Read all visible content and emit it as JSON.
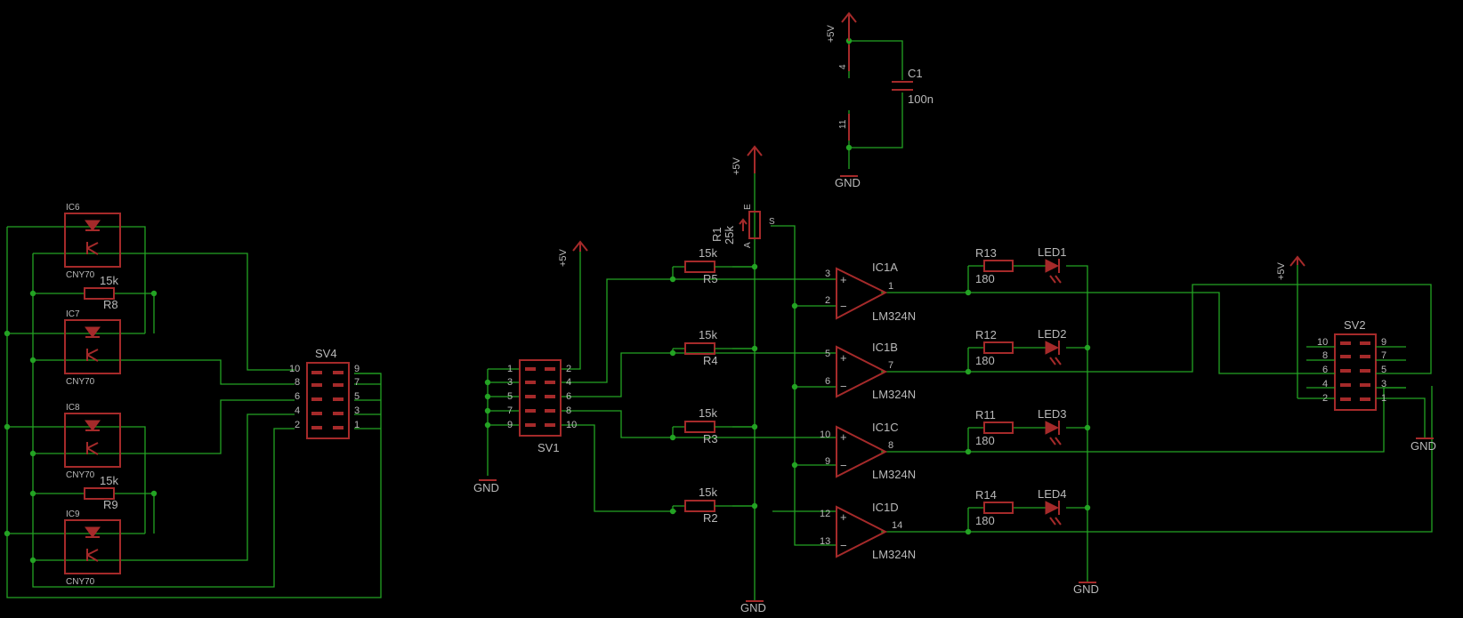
{
  "power": {
    "vcc": "+5V",
    "gnd": "GND"
  },
  "decoupling": {
    "name": "C1",
    "value": "100n",
    "pin_top": "4",
    "pin_bottom": "11"
  },
  "pot": {
    "name": "R1",
    "value": "25k",
    "pin_e": "E",
    "pin_a": "A",
    "pin_s": "S"
  },
  "opamps": [
    {
      "name": "IC1A",
      "part": "LM324N",
      "pin_plus": "3",
      "pin_minus": "2",
      "pin_out": "1"
    },
    {
      "name": "IC1B",
      "part": "LM324N",
      "pin_plus": "5",
      "pin_minus": "6",
      "pin_out": "7"
    },
    {
      "name": "IC1C",
      "part": "LM324N",
      "pin_plus": "10",
      "pin_minus": "9",
      "pin_out": "8"
    },
    {
      "name": "IC1D",
      "part": "LM324N",
      "pin_plus": "12",
      "pin_minus": "13",
      "pin_out": "14"
    }
  ],
  "input_resistors": [
    {
      "name": "R5",
      "value": "15k"
    },
    {
      "name": "R4",
      "value": "15k"
    },
    {
      "name": "R3",
      "value": "15k"
    },
    {
      "name": "R2",
      "value": "15k"
    }
  ],
  "led_resistors": [
    {
      "name": "R13",
      "value": "180"
    },
    {
      "name": "R12",
      "value": "180"
    },
    {
      "name": "R11",
      "value": "180"
    },
    {
      "name": "R14",
      "value": "180"
    }
  ],
  "leds": [
    "LED1",
    "LED2",
    "LED3",
    "LED4"
  ],
  "sensors": [
    {
      "name": "IC6",
      "part": "CNY70"
    },
    {
      "name": "IC7",
      "part": "CNY70"
    },
    {
      "name": "IC8",
      "part": "CNY70"
    },
    {
      "name": "IC9",
      "part": "CNY70"
    }
  ],
  "sensor_resistors": [
    {
      "name": "R8",
      "value": "15k"
    },
    {
      "name": "R9",
      "value": "15k"
    }
  ],
  "headers": {
    "sv4": {
      "name": "SV4",
      "left": [
        "10",
        "8",
        "6",
        "4",
        "2"
      ],
      "right": [
        "9",
        "7",
        "5",
        "3",
        "1"
      ]
    },
    "sv1": {
      "name": "SV1",
      "left": [
        "1",
        "3",
        "5",
        "7",
        "9"
      ],
      "right": [
        "2",
        "4",
        "6",
        "8",
        "10"
      ]
    },
    "sv2": {
      "name": "SV2",
      "left": [
        "10",
        "8",
        "6",
        "4",
        "2"
      ],
      "right": [
        "9",
        "7",
        "5",
        "3",
        "1"
      ]
    }
  },
  "colors": {
    "background": "#000000",
    "wire": "#23a323",
    "symbol": "#a52a2a",
    "text": "#b9b9b9"
  }
}
